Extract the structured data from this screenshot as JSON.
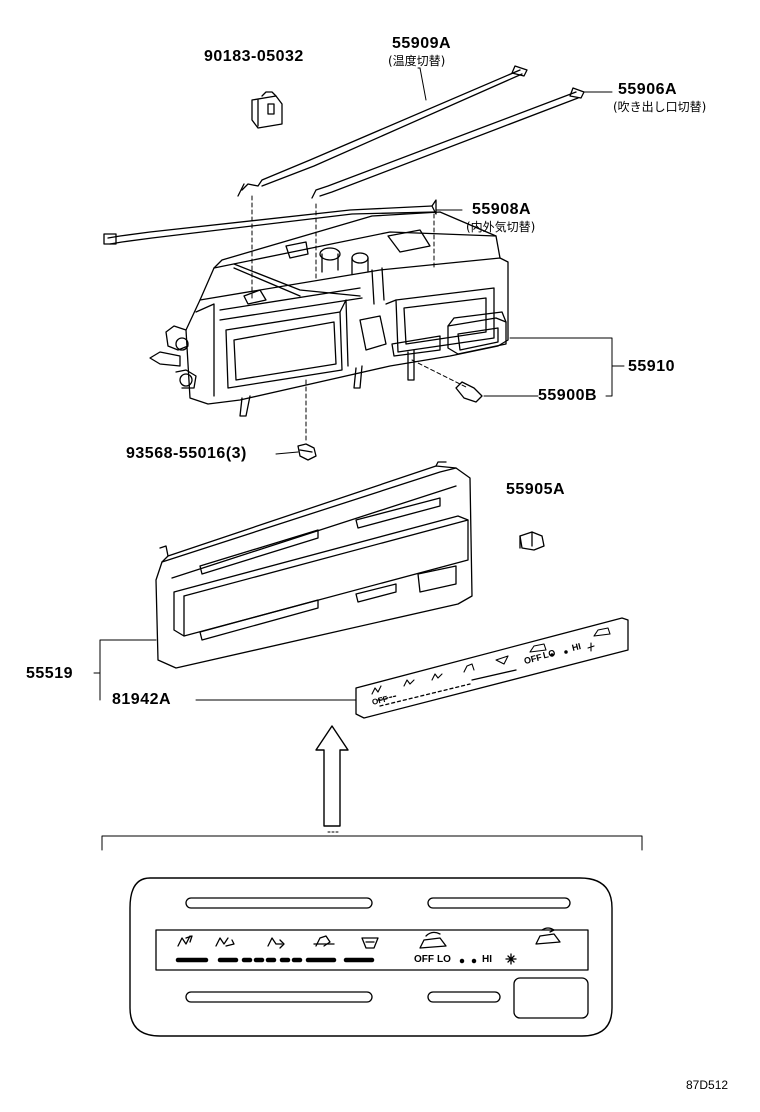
{
  "parts": {
    "p90183": "90183-05032",
    "p55909a": "55909A",
    "p55909a_note": "(温度切替)",
    "p55906a": "55906A",
    "p55906a_note": "(吹き出し口切替)",
    "p55908a": "55908A",
    "p55908a_note": "(内外気切替)",
    "p55910": "55910",
    "p55900b": "55900B",
    "p93568": "93568-55016(3)",
    "p55905a": "55905A",
    "p55519": "55519",
    "p81942a": "81942A"
  },
  "panel_small": {
    "off_left": "OFF",
    "off": "OFF",
    "lo": "LO",
    "hi": "HI"
  },
  "panel_large": {
    "off": "OFF",
    "lo": "LO",
    "hi": "HI"
  },
  "diagram_code": "87D512",
  "icons": [
    "vent-face-icon",
    "bi-level-icon",
    "foot-icon",
    "foot-defrost-icon",
    "defroster-icon",
    "fresh-air-icon",
    "recirculate-icon",
    "fan-icon"
  ]
}
